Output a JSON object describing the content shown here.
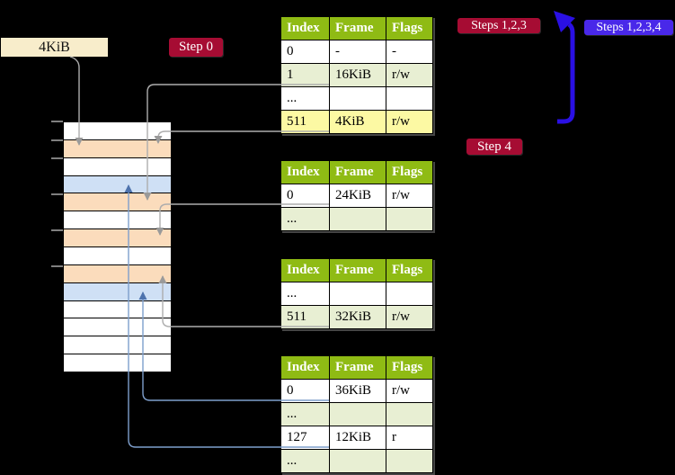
{
  "colors": {
    "background": "#000000",
    "table_header_bg": "#8fbb14",
    "table_row_alt_bg": "#e8efd3",
    "highlight_row_bg": "#fcf9a3",
    "frame_label_bg": "#f8edcb",
    "step_badge_bg": "#a60c33",
    "steps1234_badge_bg": "#4928e9",
    "big_arrow": "#2a10e4",
    "gray_connector": "#adadad",
    "blue_connector": "#7e9fcc",
    "stack_orange": "#fbdcbc",
    "stack_blue": "#cfe0f5"
  },
  "frame_label": "4KiB",
  "badges": {
    "step0": "Step 0",
    "steps123": "Steps 1,2,3",
    "steps1234": "Steps 1,2,3,4",
    "step4": "Step 4"
  },
  "memory_stack": {
    "cells": [
      "white",
      "orange",
      "white",
      "blue",
      "orange",
      "white",
      "orange",
      "white",
      "orange",
      "blue",
      "white",
      "white",
      "white",
      "white"
    ]
  },
  "tables": [
    {
      "name": "table1",
      "columns": [
        "Index",
        "Frame",
        "Flags"
      ],
      "rows": [
        {
          "bg": "white",
          "cells": [
            "0",
            "-",
            "-"
          ]
        },
        {
          "bg": "green",
          "cells": [
            "1",
            "16KiB",
            "r/w"
          ]
        },
        {
          "bg": "white",
          "cells": [
            "...",
            "",
            ""
          ]
        },
        {
          "bg": "yellow",
          "cells": [
            "511",
            "4KiB",
            "r/w"
          ]
        }
      ]
    },
    {
      "name": "table2",
      "columns": [
        "Index",
        "Frame",
        "Flags"
      ],
      "rows": [
        {
          "bg": "white",
          "cells": [
            "0",
            "24KiB",
            "r/w"
          ]
        },
        {
          "bg": "green",
          "cells": [
            "...",
            "",
            ""
          ]
        }
      ]
    },
    {
      "name": "table3",
      "columns": [
        "Index",
        "Frame",
        "Flags"
      ],
      "rows": [
        {
          "bg": "white",
          "cells": [
            "...",
            "",
            ""
          ]
        },
        {
          "bg": "green",
          "cells": [
            "511",
            "32KiB",
            "r/w"
          ]
        }
      ]
    },
    {
      "name": "table4",
      "columns": [
        "Index",
        "Frame",
        "Flags"
      ],
      "rows": [
        {
          "bg": "white",
          "cells": [
            "0",
            "36KiB",
            "r/w"
          ]
        },
        {
          "bg": "green",
          "cells": [
            "...",
            "",
            ""
          ]
        },
        {
          "bg": "white",
          "cells": [
            "127",
            "12KiB",
            "r"
          ]
        },
        {
          "bg": "green",
          "cells": [
            "...",
            "",
            ""
          ]
        }
      ]
    }
  ]
}
